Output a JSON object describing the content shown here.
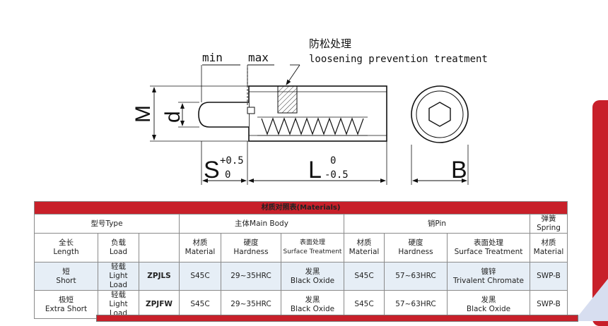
{
  "drawing": {
    "label_min": "min",
    "label_max": "max",
    "note_cn": "防松处理",
    "note_en": "loosening prevention treatment",
    "dim_M": "M",
    "dim_d": "d",
    "dim_S": "S",
    "tol_S_upper": "+0.5",
    "tol_S_lower": "0",
    "dim_L": "L",
    "tol_L_upper": "0",
    "tol_L_lower": "-0.5",
    "dim_B": "B"
  },
  "table": {
    "title": "材质对照表(Materials)",
    "groups": {
      "type": "型号Type",
      "main_body": "主体Main Body",
      "pin": "销Pin",
      "spring": "弹簧Spring"
    },
    "headers": {
      "length": [
        "全长",
        "Length"
      ],
      "load": [
        "负载",
        "Load"
      ],
      "body_material": [
        "材质",
        "Material"
      ],
      "body_hardness": [
        "硬度",
        "Hardness"
      ],
      "body_surface": [
        "表面处理",
        "Surface Treatment"
      ],
      "pin_material": [
        "材质",
        "Material"
      ],
      "pin_hardness": [
        "硬度",
        "Hardness"
      ],
      "pin_surface": [
        "表面处理",
        "Surface Treatment"
      ],
      "spring_material": [
        "材质",
        "Material"
      ]
    },
    "rows": [
      {
        "length": [
          "短",
          "Short"
        ],
        "load": [
          "轻载",
          "Light Load"
        ],
        "code": "ZPJLS",
        "body_material": "S45C",
        "body_hardness": "29~35HRC",
        "body_surface": [
          "发黑",
          "Black Oxide"
        ],
        "pin_material": "S45C",
        "pin_hardness": "57~63HRC",
        "pin_surface": [
          "镀锌",
          "Trivalent Chromate"
        ],
        "spring_material": "SWP-B"
      },
      {
        "length": [
          "极短",
          "Extra Short"
        ],
        "load": [
          "轻载",
          "Light Load"
        ],
        "code": "ZPJFW",
        "body_material": "S45C",
        "body_hardness": "29~35HRC",
        "body_surface": [
          "发黑",
          "Black Oxide"
        ],
        "pin_material": "S45C",
        "pin_hardness": "57~63HRC",
        "pin_surface": [
          "发黑",
          "Black Oxide"
        ],
        "spring_material": "SWP-B"
      }
    ]
  },
  "colors": {
    "accent_red": "#c8202a",
    "row_highlight": "#e6eef6",
    "code_red": "#d0262e"
  }
}
